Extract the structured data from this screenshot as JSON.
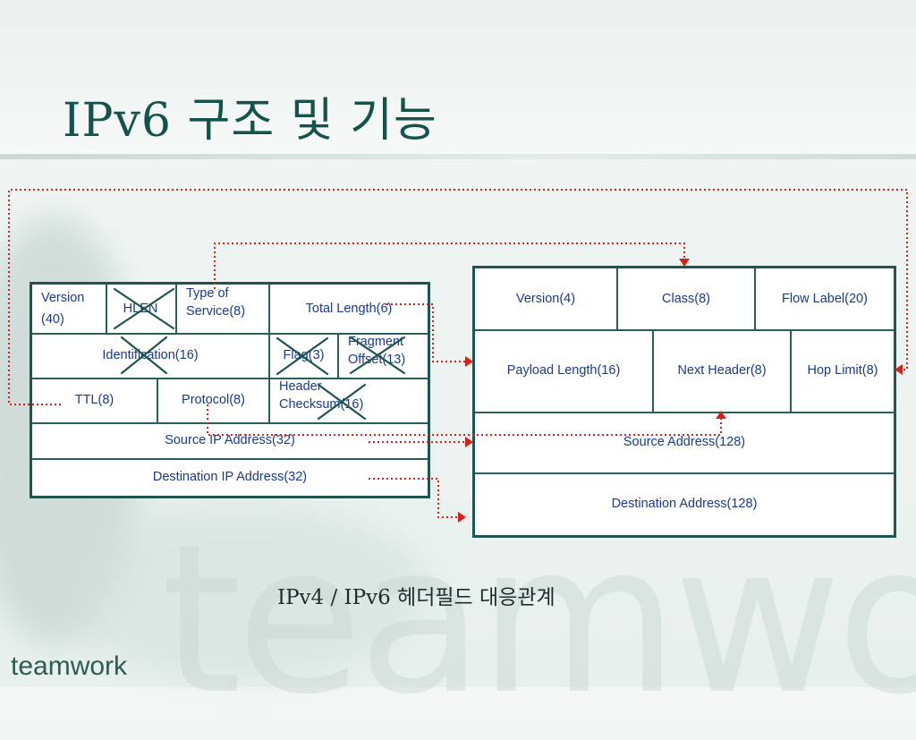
{
  "slide": {
    "title": "IPv6 구조 및 기능",
    "caption": "IPv4 / IPv6 헤더필드 대응관계",
    "brand": "teamwork",
    "watermark": "teamwork"
  },
  "ipv4": {
    "version": "Version",
    "version_note": "(40)",
    "hlen": "HLEN",
    "tos_line1": "Type of",
    "tos_line2": "Service(8)",
    "total_length": "Total Length(6)",
    "identification": "Identification(16)",
    "flag": "Flag(3)",
    "fragment_line1": "Fragment",
    "fragment_line2": "Offset(13)",
    "ttl": "TTL(8)",
    "protocol": "Protocol(8)",
    "checksum_line1": "Header",
    "checksum_line2": "Checksum(16)",
    "source": "Source IP Address(32)",
    "destination": "Destination IP Address(32)"
  },
  "ipv6": {
    "version": "Version(4)",
    "class": "Class(8)",
    "flow_label": "Flow Label(20)",
    "payload_length": "Payload Length(16)",
    "next_header": "Next Header(8)",
    "hop_limit": "Hop Limit(8)",
    "source": "Source Address(128)",
    "destination": "Destination Address(128)"
  },
  "colors": {
    "link_line": "#d9201c",
    "cross_mark": "#1f5450",
    "title": "#14524b",
    "cell_text": "#1a3a8a"
  },
  "icons": {
    "removed_field": "cross-x-icon",
    "mapping_arrow": "arrow-head-icon"
  }
}
